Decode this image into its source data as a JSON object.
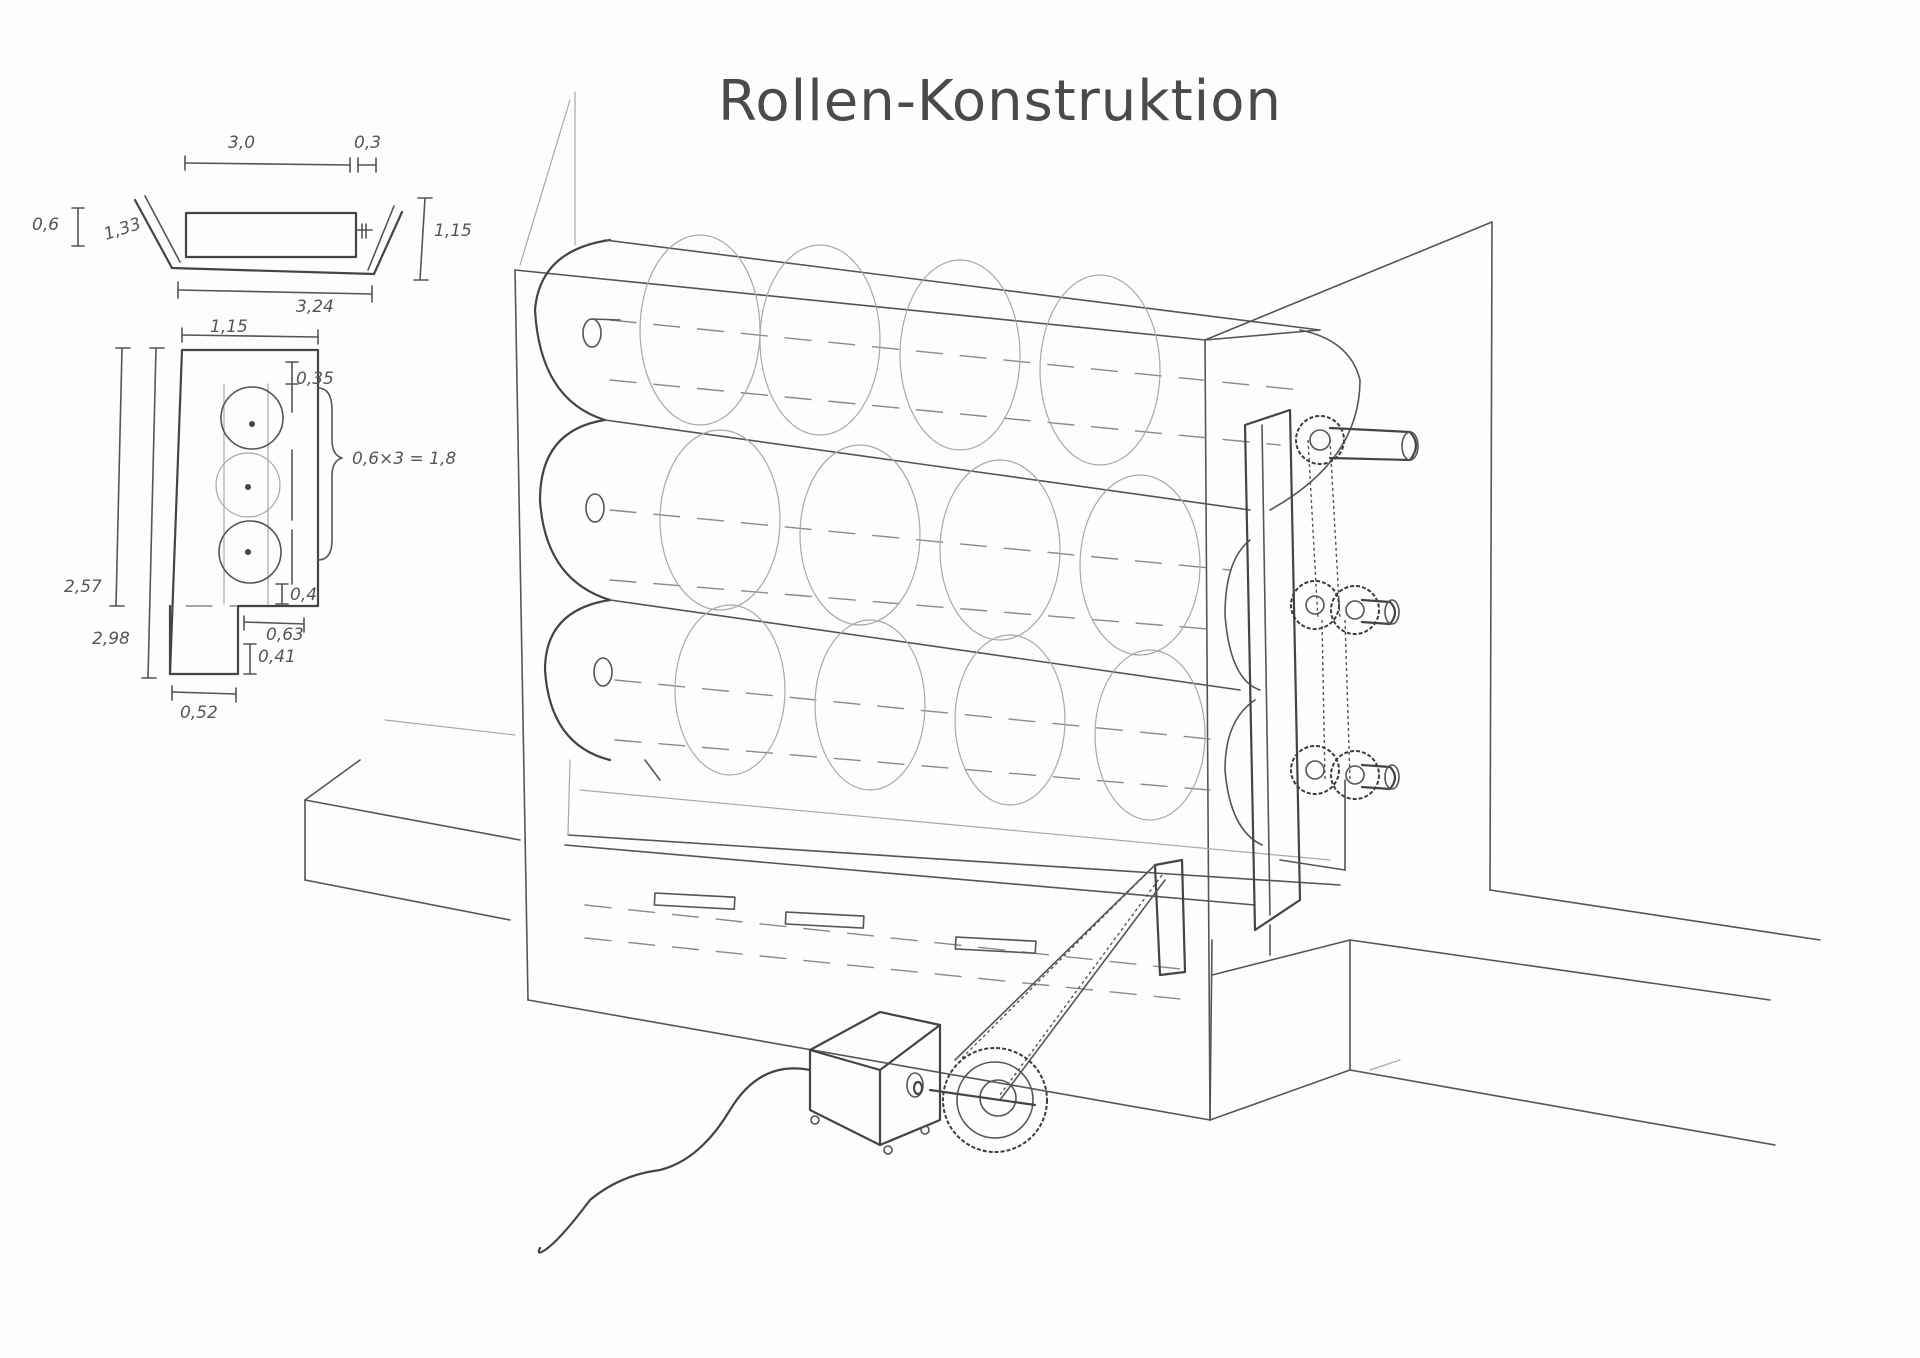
{
  "drawing": {
    "title": "Rollen-Konstruktion"
  },
  "top_view": {
    "width_inner": "3,0",
    "wall": "0,3",
    "height_left": "0,6",
    "side_slant": "1,33",
    "height_right": "1,15",
    "width_outer": "3,24"
  },
  "side_view": {
    "width_top": "1,15",
    "top_margin": "0,35",
    "roll_stack": "0,6×3 = 1,8",
    "bottom_margin": "0,4",
    "height_inner": "2,57",
    "height_total": "2,98",
    "step_width": "0,63",
    "step_height": "0,41",
    "foot_width": "0,52"
  }
}
